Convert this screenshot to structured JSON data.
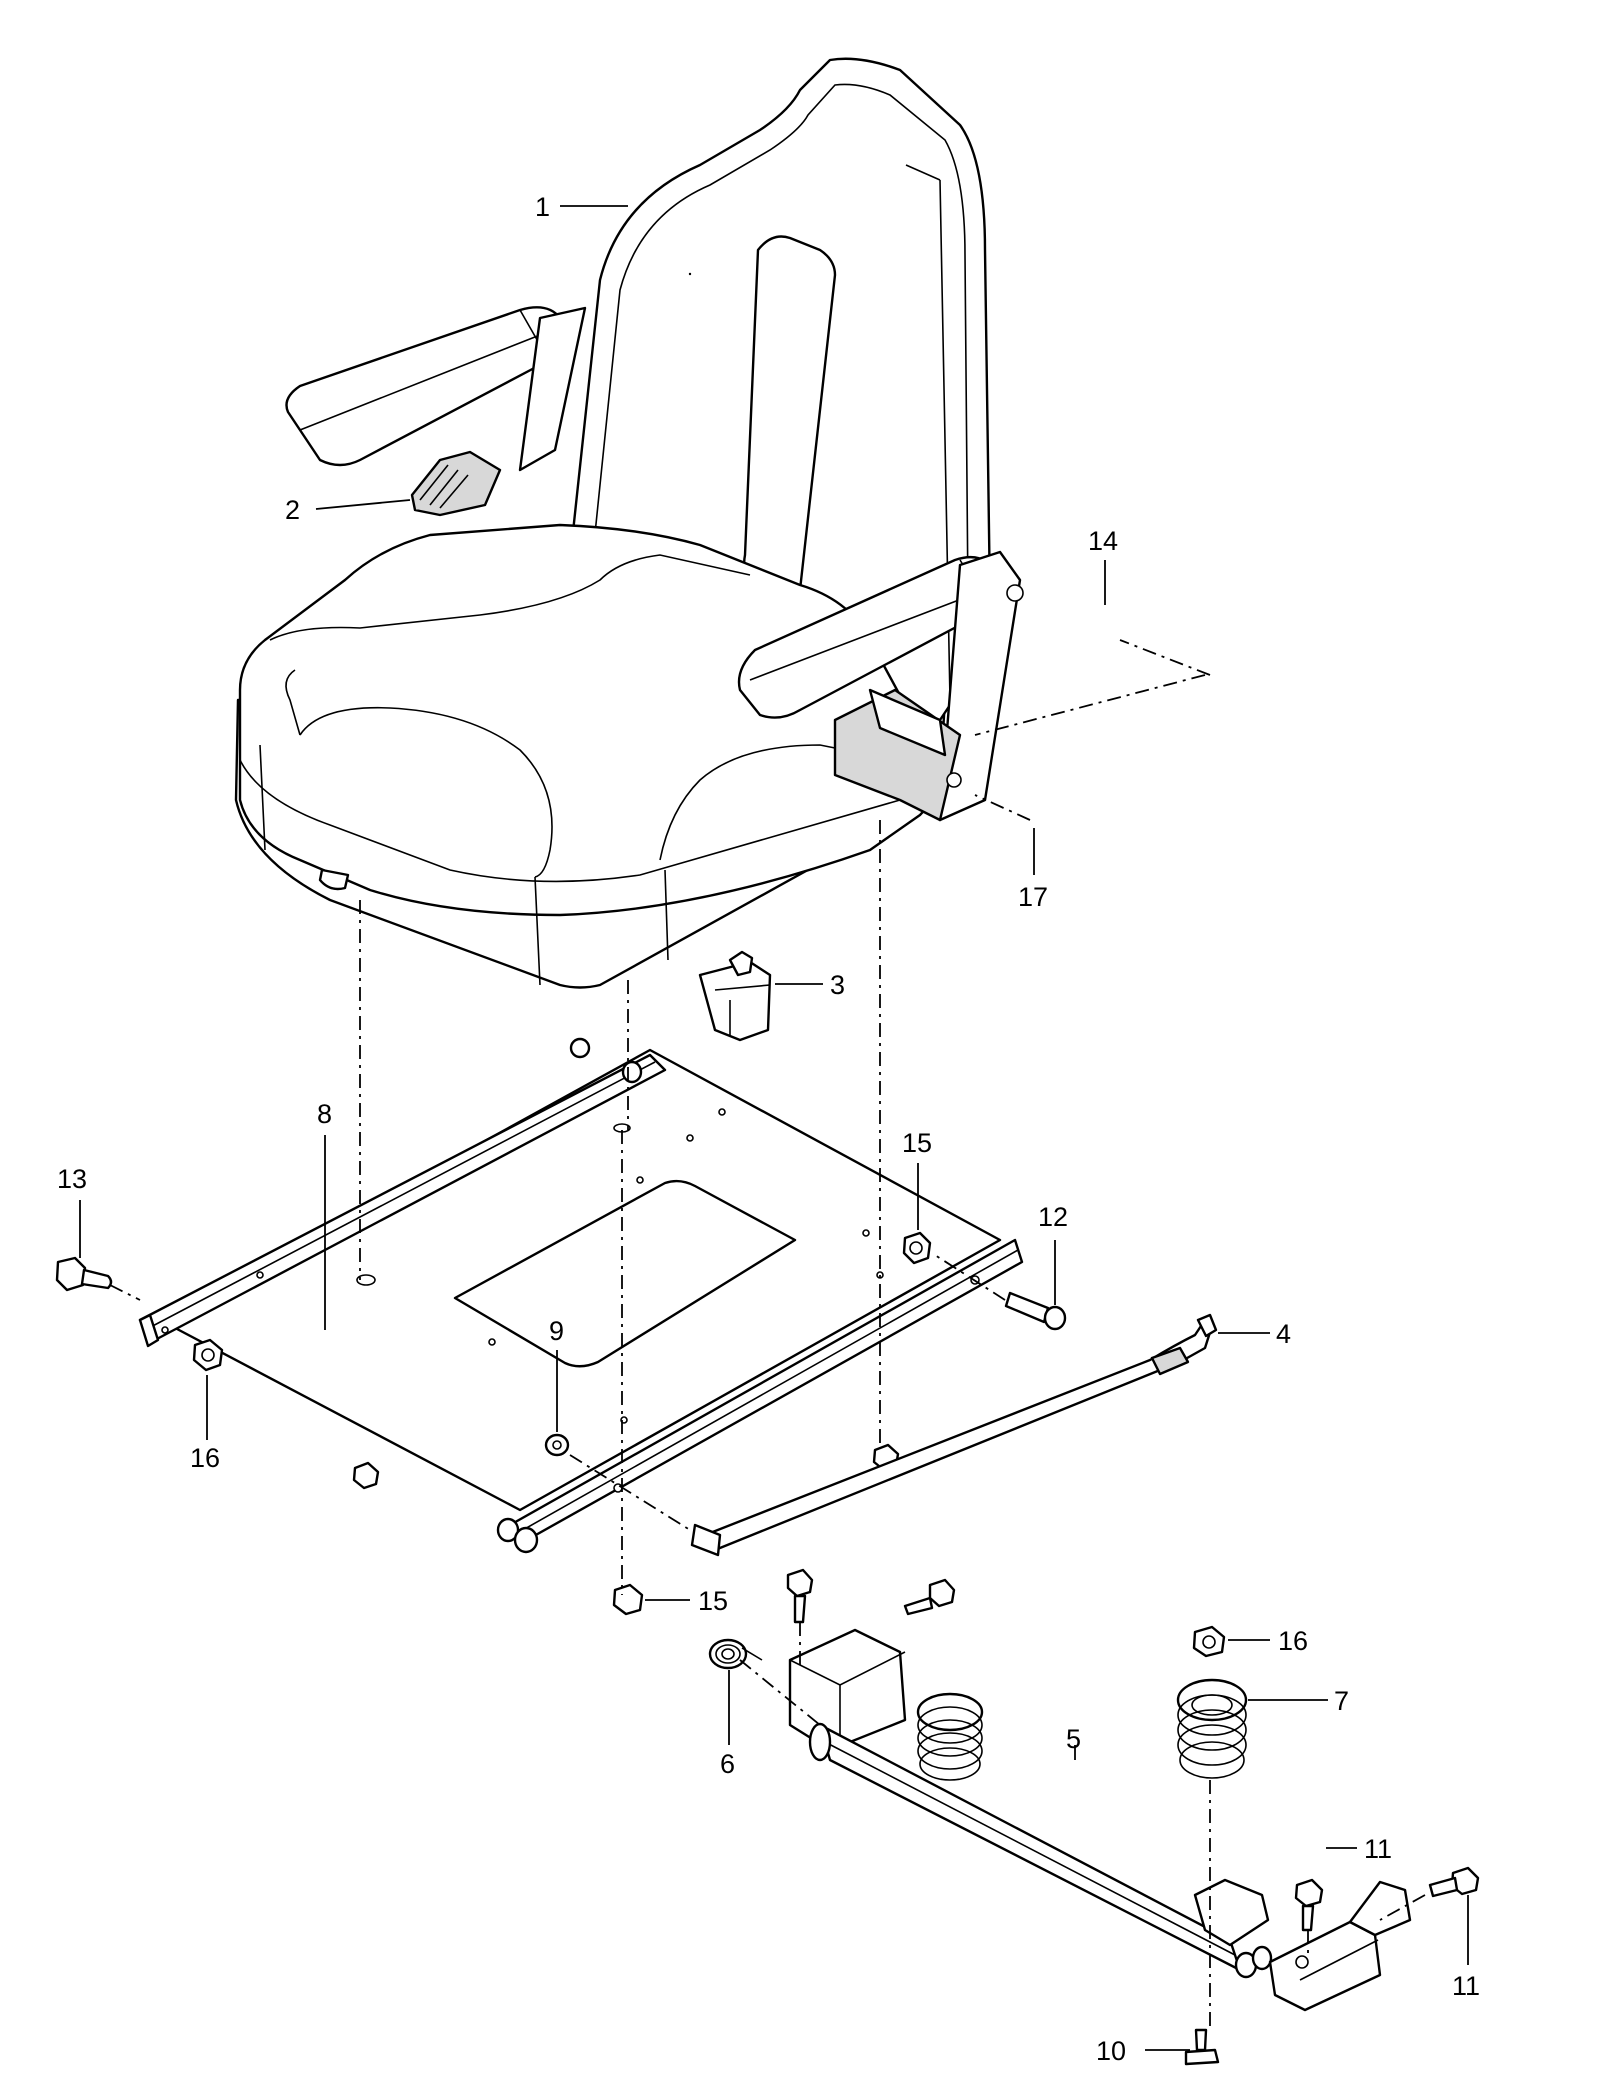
{
  "callouts": {
    "c1": "1",
    "c2": "2",
    "c3": "3",
    "c4": "4",
    "c5": "5",
    "c6": "6",
    "c7": "7",
    "c8": "8",
    "c9": "9",
    "c10": "10",
    "c11a": "11",
    "c11b": "11",
    "c12": "12",
    "c13": "13",
    "c14": "14",
    "c15a": "15",
    "c15b": "15",
    "c16a": "16",
    "c16b": "16",
    "c17": "17"
  }
}
